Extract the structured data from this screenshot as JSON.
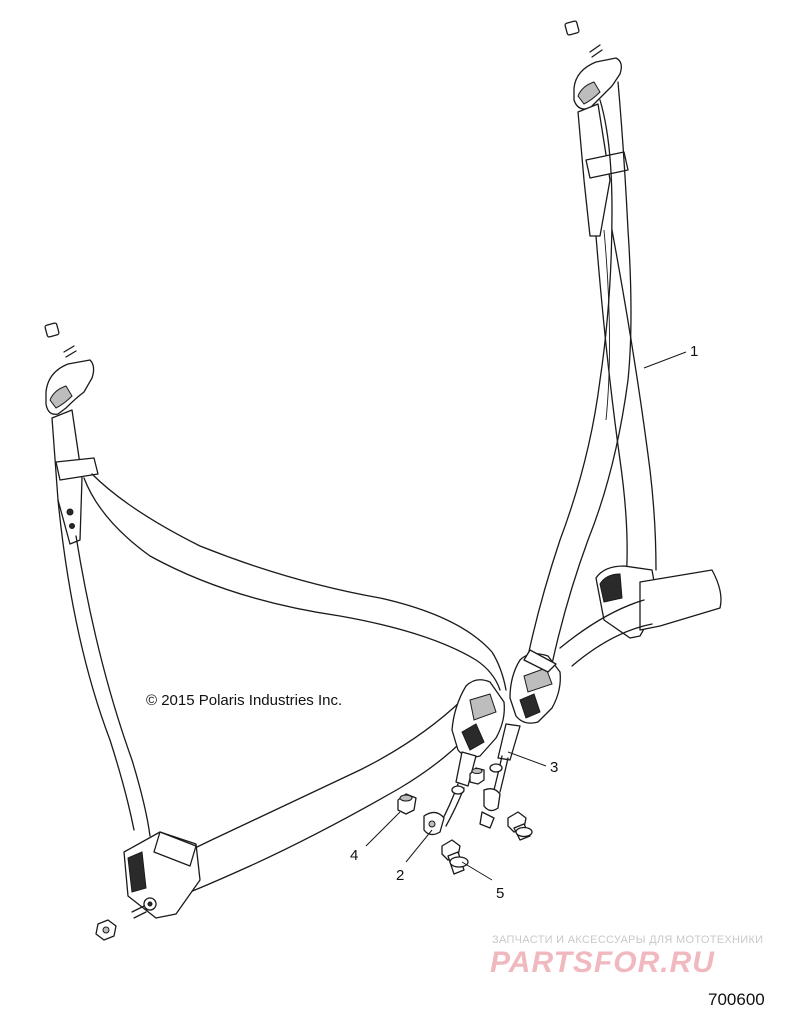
{
  "callouts": [
    {
      "id": "1",
      "label": "1"
    },
    {
      "id": "2",
      "label": "2"
    },
    {
      "id": "3",
      "label": "3"
    },
    {
      "id": "4",
      "label": "4"
    },
    {
      "id": "5",
      "label": "5"
    }
  ],
  "copyright": "© 2015 Polaris Industries Inc.",
  "figure_number": "700600",
  "watermark": {
    "tagline": "ЗАПЧАСТИ И АКСЕССУАРЫ ДЛЯ МОТОТЕХНИКИ",
    "logo": "PARTSFOR.RU"
  }
}
